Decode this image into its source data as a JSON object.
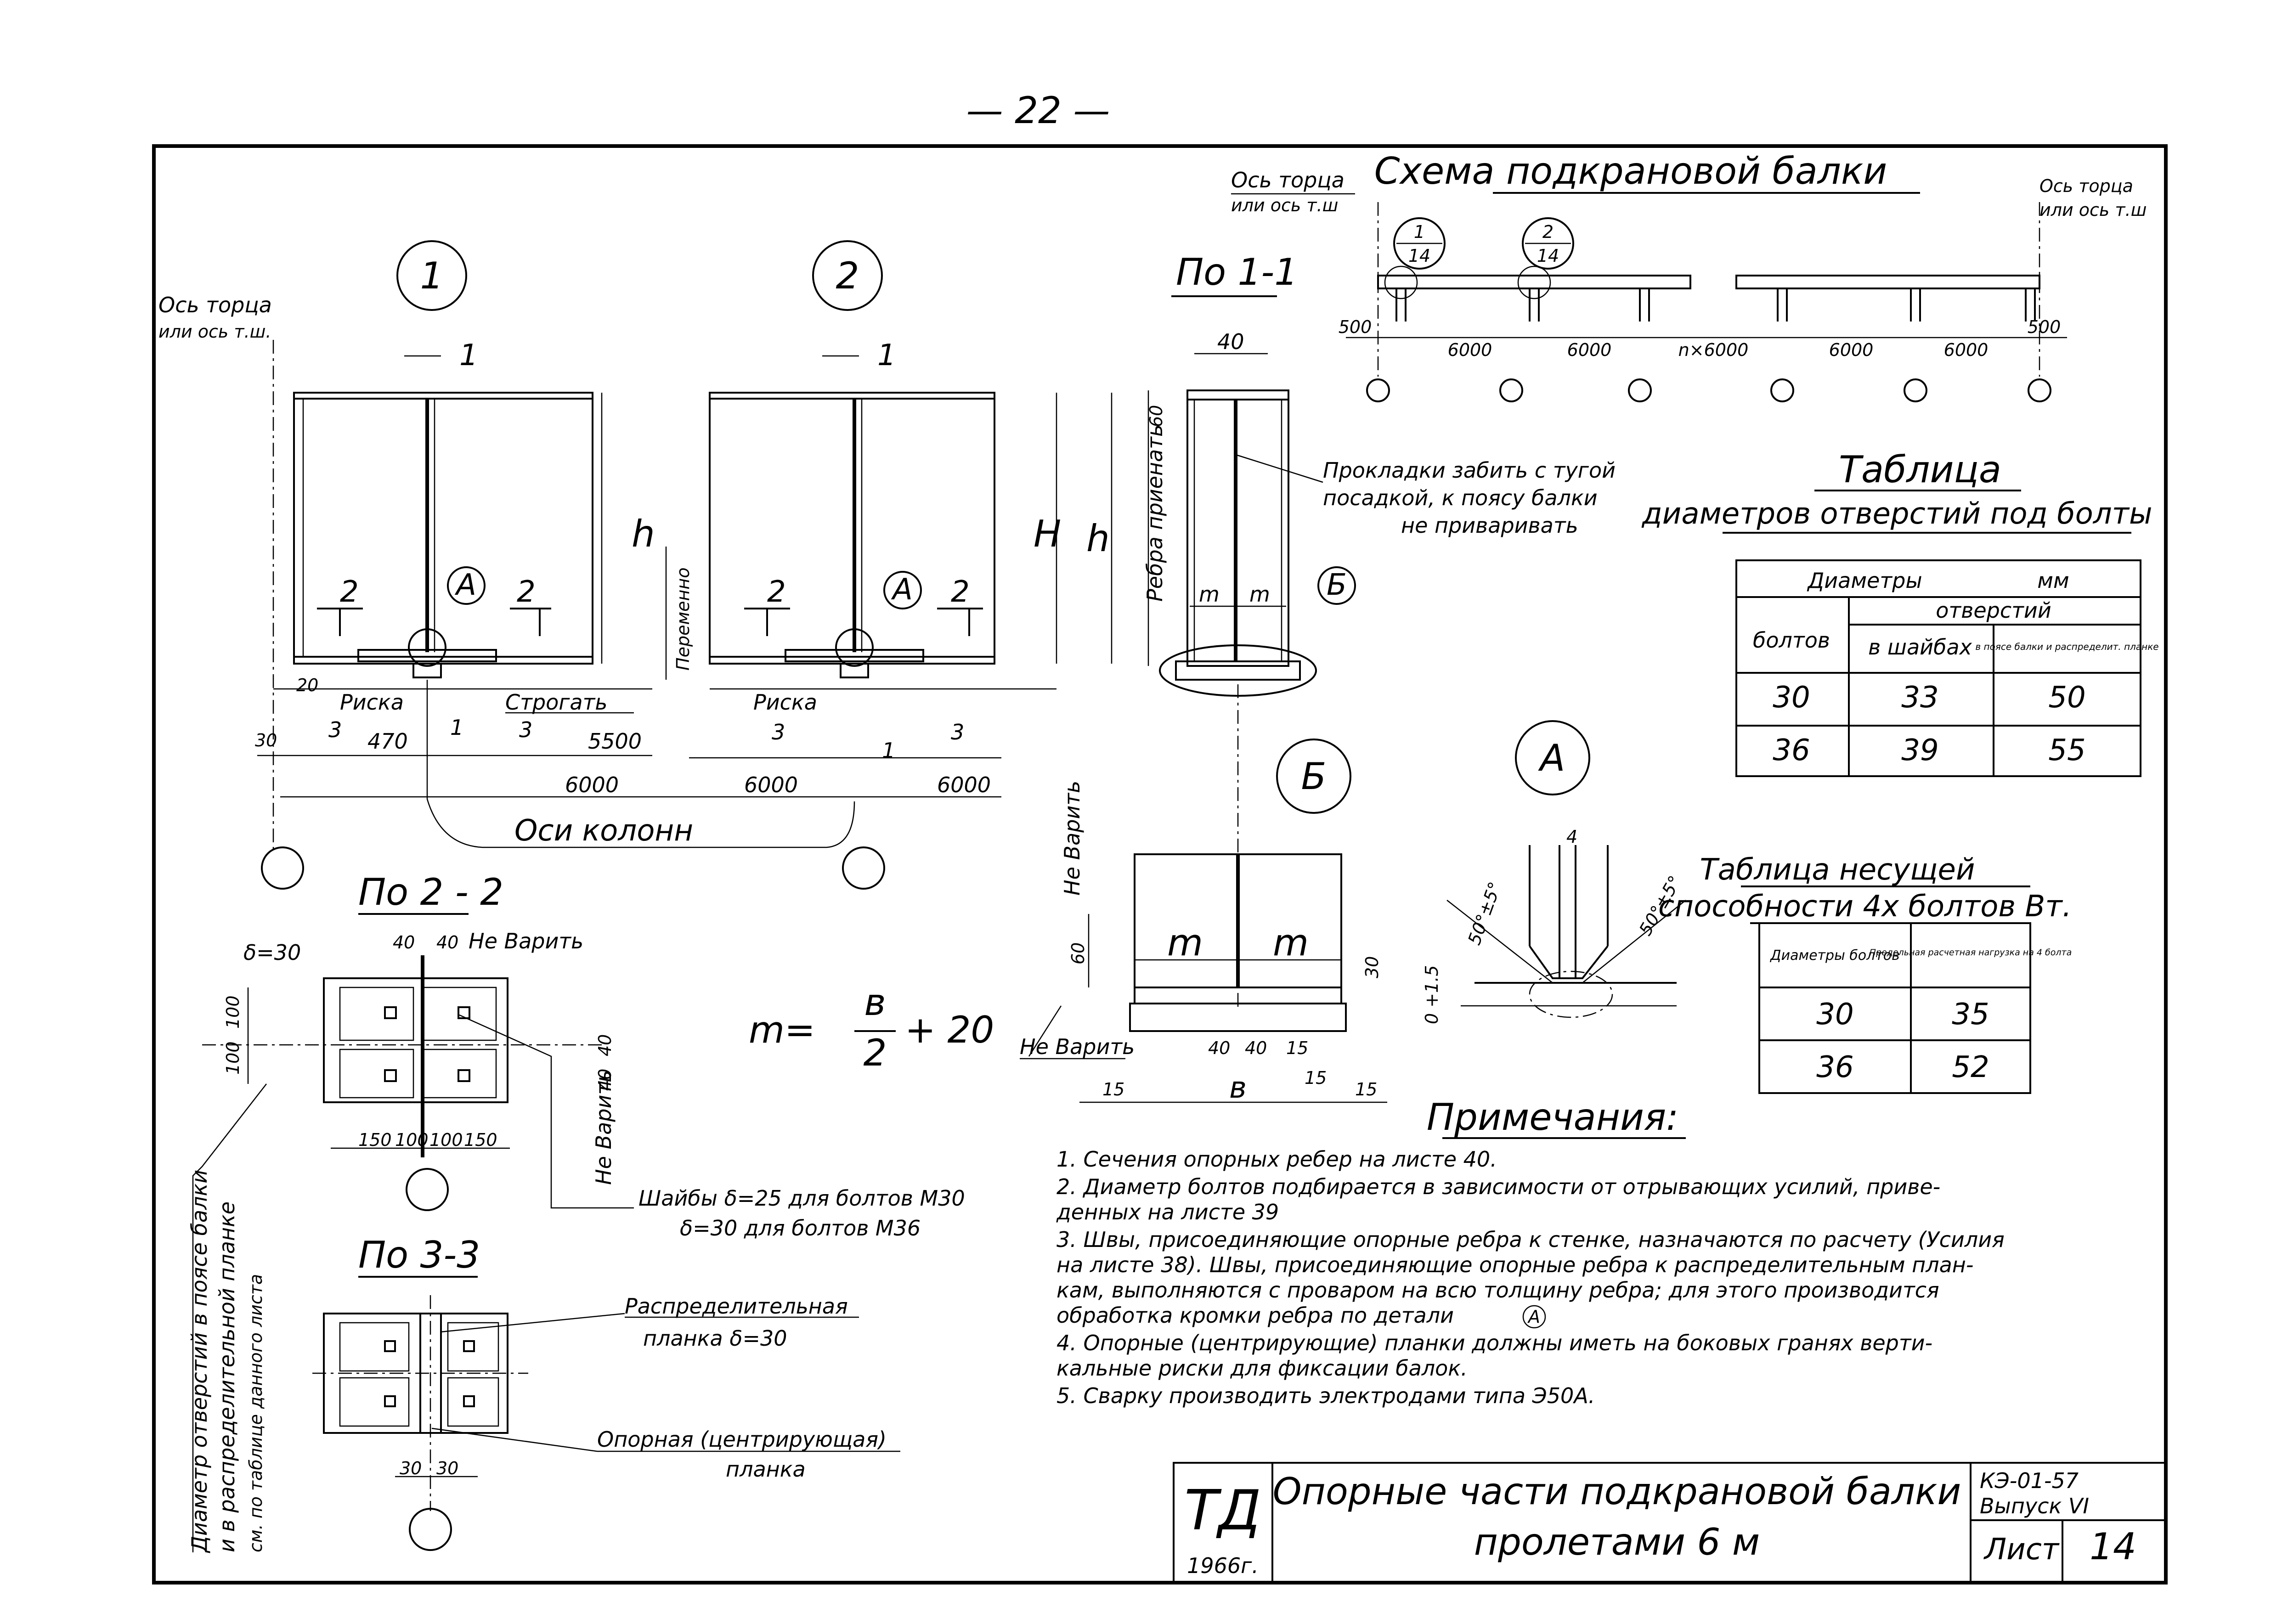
{
  "page_number": "— 22 —",
  "scheme": {
    "title": "Схема подкрановой балки",
    "axis_left": [
      "Ось торца",
      "или ось т.ш"
    ],
    "axis_right": [
      "Ось торца",
      "или ось т.ш"
    ],
    "callout_1": [
      "1",
      "14"
    ],
    "callout_2": [
      "2",
      "14"
    ],
    "dims": [
      "500",
      "6000",
      "6000",
      "n×6000",
      "6000",
      "6000",
      "500"
    ]
  },
  "view1": {
    "circle": "1",
    "axis_label": [
      "Ось торца",
      "или ось т.ш."
    ],
    "cut_1": "1",
    "cut_2": "2",
    "detail_a": "А",
    "h": "h",
    "variable": "Переменно",
    "riska": "Риска",
    "strogat": "Строгать",
    "d20": "20",
    "d30": "30",
    "d3": "3",
    "d470": "470",
    "d1": "1",
    "d5500": "5500",
    "d6000": "6000",
    "osi": "Оси колонн"
  },
  "view2": {
    "circle": "2",
    "cut_1": "1",
    "cut_2": "2",
    "detail_a": "А",
    "H": "H",
    "h": "h",
    "riska": "Риска",
    "d3": "3",
    "d1": "1",
    "d6000a": "6000",
    "d6000b": "6000"
  },
  "section11": {
    "title": "По 1-1",
    "d40": "40",
    "d60": "60",
    "ribs": "Ребра приенать",
    "m": "m",
    "detail_b": "Б",
    "gasket_note": [
      "Прокладки забить с тугой",
      "посадкой, к поясу балки",
      "не приваривать"
    ]
  },
  "detail_b": {
    "circle": "Б",
    "no_weld_top": "Не Варить",
    "d60": "60",
    "m": "m",
    "d30": "30",
    "d40a": "40",
    "d40b": "40",
    "d15a": "15",
    "d15b": "15",
    "d15c": "15",
    "d15d": "15",
    "b": "в",
    "no_weld_left": "Не Варить"
  },
  "formula": {
    "lhs": "m=",
    "num": "в",
    "den": "2",
    "rhs": "+ 20"
  },
  "detail_a": {
    "circle": "А",
    "d4": "4",
    "angle_l": "50°±5°",
    "angle_r": "50°±5°",
    "tol": "0 +1.5"
  },
  "section22": {
    "title": "По 2 - 2",
    "delta": "δ=30",
    "d40a": "40",
    "d40b": "40",
    "no_weld": "Не Варить",
    "d100a": "100",
    "d100b": "100",
    "d40c": "40",
    "d40d": "40",
    "no_weld_v": "Не Варить",
    "d150a": "150",
    "d100c": "100",
    "d100d": "100",
    "d150b": "150",
    "washers_1": "Шайбы δ=25 для болтов М30",
    "washers_2": "δ=30 для болтов М36"
  },
  "section33": {
    "title": "По 3-3",
    "distrib_1": "Распределительная",
    "distrib_2": "планка δ=30",
    "support_1": "Опорная (центрирующая)",
    "support_2": "планка",
    "d30a": "30",
    "d30b": "30"
  },
  "side_note": [
    "Диаметр отверстий в поясе балки",
    "и в распределительной планке",
    "см. по таблице данного листа"
  ],
  "table1": {
    "title": "Таблица",
    "subtitle": "диаметров отверстий под болты",
    "header_top": "Диаметры",
    "header_unit": "мм",
    "col_bolts": "болтов",
    "col_holes": "отверстий",
    "col_washers": "в шайбах",
    "col_plank": "в поясе балки и распределит. планке",
    "rows": [
      [
        "30",
        "33",
        "50"
      ],
      [
        "36",
        "39",
        "55"
      ]
    ]
  },
  "table2": {
    "title_1": "Таблица несущей",
    "title_2": "способности 4х болтов Вт.",
    "col_a": "Диаметры болтов",
    "col_b": "Предельная расчетная нагрузка на 4 болта",
    "rows": [
      [
        "30",
        "35"
      ],
      [
        "36",
        "52"
      ]
    ]
  },
  "notes": {
    "title": "Примечания:",
    "items": [
      "1. Сечения опорных ребер на листе 40.",
      "2. Диаметр болтов подбирается в зависимости от отрывающих усилий, приве-",
      "    денных на листе 39",
      "3. Швы, присоединяющие опорные ребра к стенке, назначаются по расчету (Усилия",
      "    на листе 38). Швы, присоединяющие опорные ребра к распределительным план-",
      "    кам, выполняются с проваром на всю толщину ребра; для этого производится",
      "    обработка кромки ребра по детали",
      "4. Опорные (центрирующие) планки должны иметь на боковых гранях верти-",
      "    кальные риски для фиксации балок.",
      "5. Сварку производить электродами типа Э50А."
    ],
    "detail_ref": "А"
  },
  "title_block": {
    "org": "ТД",
    "year": "1966г.",
    "title_1": "Опорные части подкрановой балки",
    "title_2": "пролетами 6 м",
    "code": "КЭ-01-57",
    "issue": "Выпуск VI",
    "sheet_label": "Лист",
    "sheet_no": "14"
  }
}
